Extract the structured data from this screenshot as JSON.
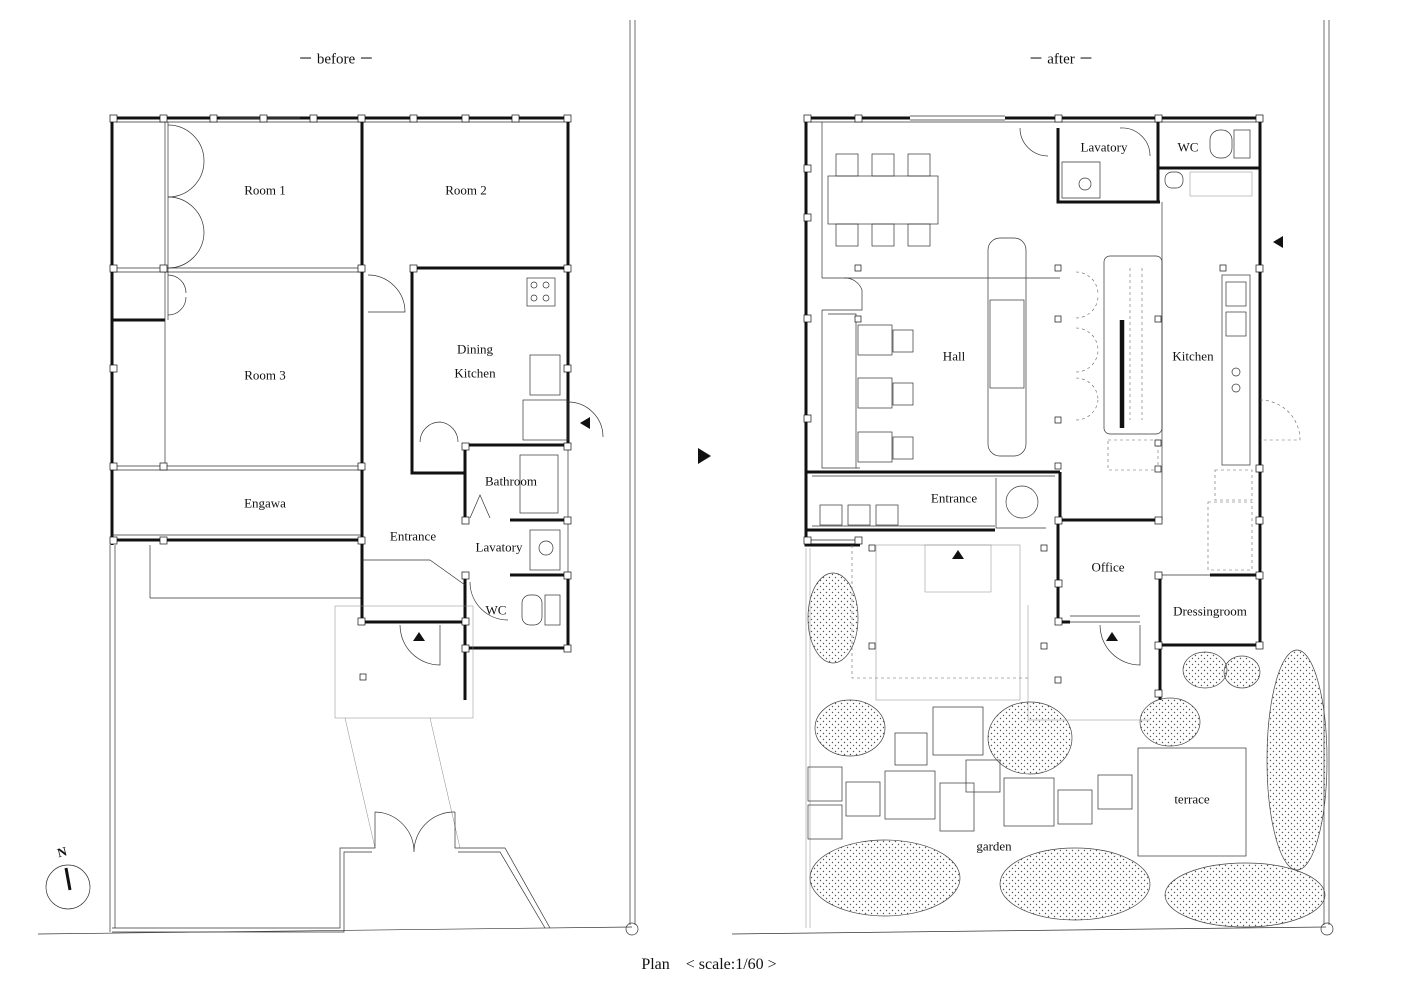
{
  "plans": {
    "before": {
      "title": "－ before －",
      "rooms": {
        "room1": "Room 1",
        "room2": "Room 2",
        "room3": "Room 3",
        "dining": "Dining",
        "kitchen": "Kitchen",
        "engawa": "Engawa",
        "bathroom": "Bathroom",
        "entrance": "Entrance",
        "lavatory": "Lavatory",
        "wc": "WC"
      }
    },
    "after": {
      "title": "－ after －",
      "rooms": {
        "lavatory": "Lavatory",
        "wc": "WC",
        "hall": "Hall",
        "kitchen": "Kitchen",
        "entrance": "Entrance",
        "office": "Office",
        "dressingroom": "Dressingroom",
        "terrace": "terrace",
        "garden": "garden"
      }
    }
  },
  "north_label": "N",
  "caption": "Plan　< scale:1/60 >",
  "colors": {
    "line": "#111111",
    "background": "#ffffff"
  },
  "icons": [
    "north-arrow-icon",
    "entry-arrow-icon",
    "transition-arrow-icon"
  ]
}
